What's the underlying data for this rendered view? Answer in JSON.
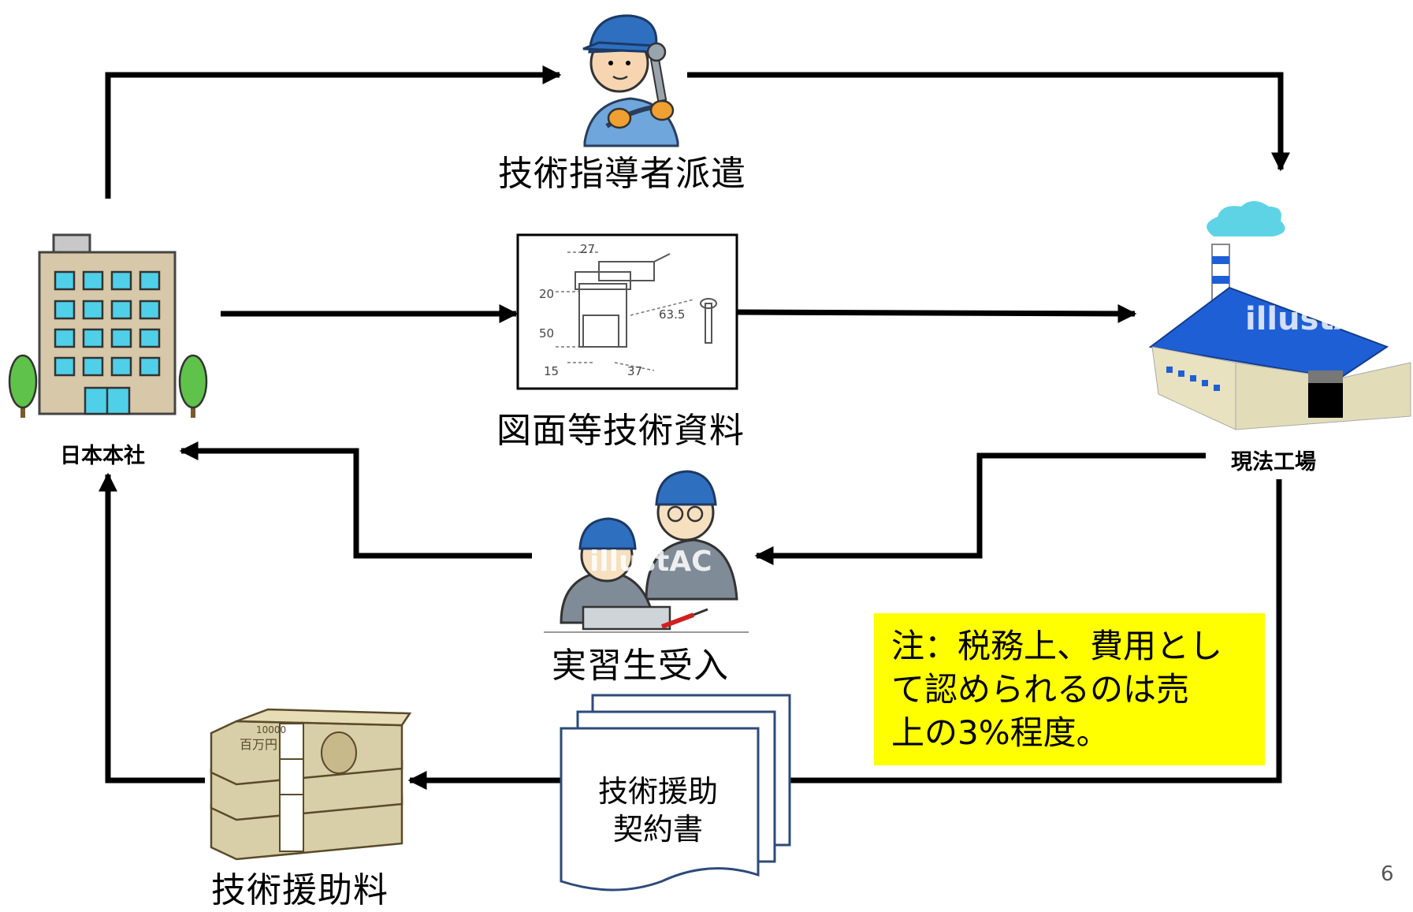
{
  "nodes": {
    "hq": {
      "label": "日本本社"
    },
    "factory": {
      "label": "現法工場"
    },
    "dispatch": {
      "label": "技術指導者派遣"
    },
    "documents": {
      "label": "図面等技術資料"
    },
    "trainees": {
      "label": "実習生受入"
    },
    "fee": {
      "label": "技術援助料"
    },
    "contract": {
      "line1": "技術援助",
      "line2": "契約書"
    }
  },
  "drawing_dims": {
    "d1": "27",
    "d2": "20",
    "d3": "63.5",
    "d4": "50",
    "d5": "15",
    "d6": "37"
  },
  "note": {
    "line1": "注：税務上、費用とし",
    "line2": "て認められるのは売",
    "line3": "上の3%程度。"
  },
  "watermarks": {
    "factory": "illustAC",
    "trainees": "illustAC"
  },
  "money": {
    "band": "百万円",
    "note": "10000"
  },
  "page_number": "6",
  "colors": {
    "note_bg": "#ffff00",
    "arrow": "#000000",
    "contract_border": "#2e4a7a",
    "factory_roof": "#1f5fd6",
    "smoke": "#5fd3e6"
  }
}
